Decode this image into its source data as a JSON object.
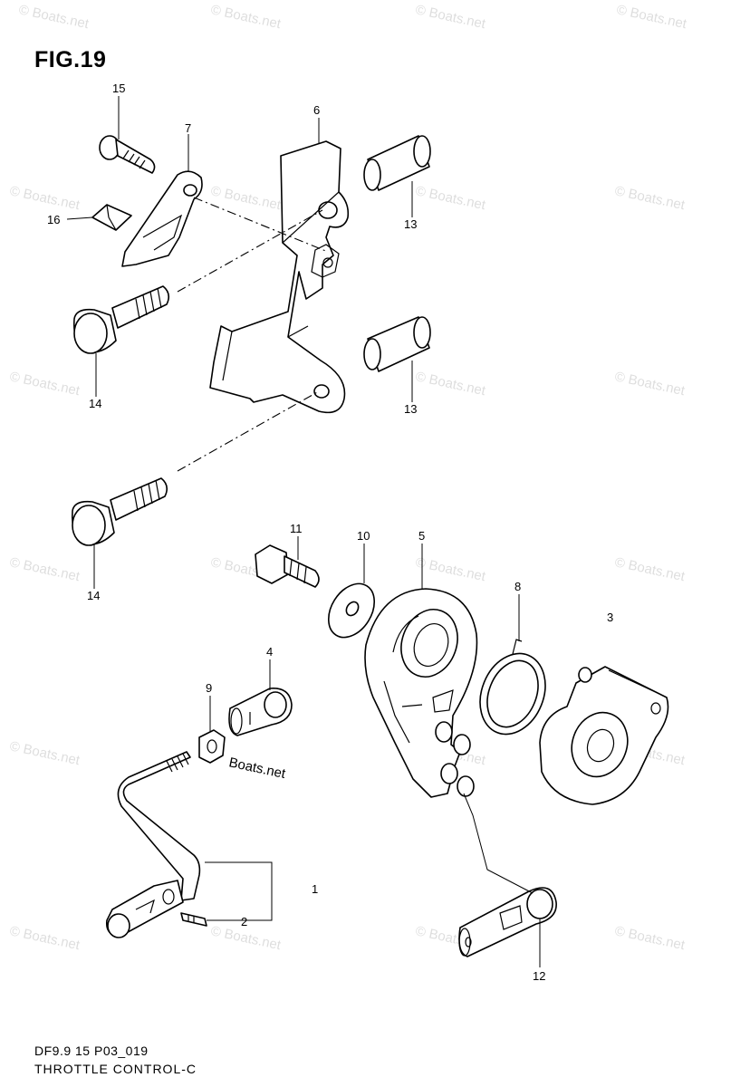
{
  "figure": {
    "title": "FIG.19",
    "code": "DF9.9 15 P03_019",
    "caption": "THROTTLE CONTROL-C"
  },
  "watermark": {
    "text": "© Boats.net",
    "inline_text": "Boats.net"
  },
  "callouts": {
    "c1": "1",
    "c2": "2",
    "c3": "3",
    "c4": "4",
    "c5": "5",
    "c6": "6",
    "c7": "7",
    "c8": "8",
    "c9": "9",
    "c10": "10",
    "c11": "11",
    "c12": "12",
    "c13a": "13",
    "c13b": "13",
    "c14a": "14",
    "c14b": "14",
    "c15": "15",
    "c16": "16"
  }
}
